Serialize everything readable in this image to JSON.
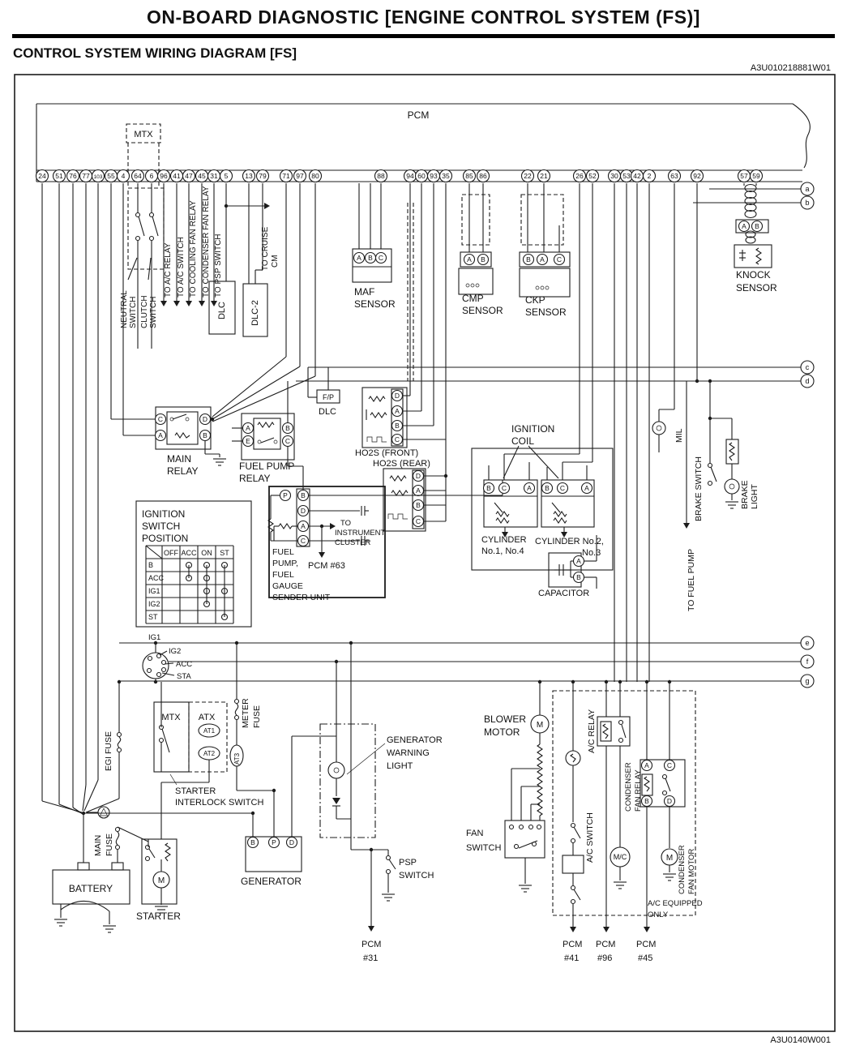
{
  "header": {
    "title": "ON-BOARD DIAGNOSTIC [ENGINE CONTROL SYSTEM (FS)]",
    "subtitle": "CONTROL SYSTEM WIRING DIAGRAM [FS]",
    "code": "A3U010218881W01"
  },
  "footer": {
    "code": "A3U0140W001"
  },
  "pcm_pins": [
    "24",
    "51",
    "76",
    "77",
    "103",
    "55",
    "4",
    "64",
    "6",
    "96",
    "41",
    "47",
    "45",
    "31",
    "5",
    "13",
    "79",
    "71",
    "97",
    "80",
    "88",
    "94",
    "60",
    "93",
    "35",
    "85",
    "86",
    "22",
    "21",
    "26",
    "52",
    "30",
    "53",
    "42",
    "2",
    "63",
    "92",
    "57",
    "59"
  ],
  "edge": [
    "a",
    "b",
    "c",
    "d",
    "e",
    "f",
    "g"
  ],
  "pins": {
    "maf": [
      "A",
      "B",
      "C"
    ],
    "cmp": [
      "A",
      "B"
    ],
    "ckp": [
      "B",
      "A",
      "C"
    ],
    "knock": [
      "A",
      "B"
    ],
    "main_relay": [
      "C",
      "A",
      "D",
      "B"
    ],
    "fp_relay": [
      "A",
      "E",
      "B",
      "C"
    ],
    "ho2s": [
      "D",
      "A",
      "B",
      "C"
    ],
    "sender": [
      "P",
      "B",
      "D",
      "A",
      "C"
    ],
    "coil": [
      "B",
      "C",
      "A"
    ],
    "cap": [
      "A",
      "B"
    ],
    "cond_relay": [
      "A",
      "C",
      "B",
      "D"
    ],
    "generator": [
      "B",
      "P",
      "D"
    ]
  },
  "labels": {
    "pcm": "PCM",
    "mtx": "MTX",
    "neutral_switch": [
      "NEUTRAL",
      "SWITCH"
    ],
    "clutch_switch": [
      "CLUTCH",
      "SWITCH"
    ],
    "to_ac_relay": "TO A/C RELAY",
    "to_ac_switch": "TO A/C SWITCH",
    "to_cooling_fan_relay": "TO COOLING FAN RELAY",
    "to_condenser_fan_relay": "TO CONDENSER FAN RELAY",
    "to_psp_switch": "TO PSP SWITCH",
    "to_cruise": [
      "TO CRUISE",
      "CM"
    ],
    "dlc": "DLC",
    "dlc2": "DLC-2",
    "maf": [
      "MAF",
      "SENSOR"
    ],
    "cmp": [
      "CMP",
      "SENSOR"
    ],
    "ckp": [
      "CKP",
      "SENSOR"
    ],
    "knock": [
      "KNOCK",
      "SENSOR"
    ],
    "fp_dlc": [
      "F/P",
      "DLC"
    ],
    "main_relay": [
      "MAIN",
      "RELAY"
    ],
    "fuel_pump_relay": [
      "FUEL PUMP",
      "RELAY"
    ],
    "ho2s_front": "HO2S (FRONT)",
    "ho2s_rear": "HO2S (REAR)",
    "ign_sw_pos": [
      "IGNITION",
      "SWITCH",
      "POSITION"
    ],
    "fuel_sender": [
      "FUEL",
      "PUMP,",
      "FUEL",
      "GAUGE",
      "SENDER UNIT"
    ],
    "to_instrument": [
      "TO",
      "INSTRUMENT",
      "CLUSTER"
    ],
    "pcm63": "PCM #63",
    "ignition_coil": [
      "IGNITION",
      "COIL"
    ],
    "cyl14": [
      "CYLINDER",
      "No.1, No.4"
    ],
    "cyl23": [
      "CYLINDER No.2,",
      "No.3"
    ],
    "capacitor": "CAPACITOR",
    "mil": "MIL",
    "brake_switch": "BRAKE SWITCH",
    "brake_light": [
      "BRAKE",
      "LIGHT"
    ],
    "to_fuel_pump": "TO FUEL PUMP",
    "ig1": "IG1",
    "ig2": "IG2",
    "acc": "ACC",
    "sta": "STA",
    "mtx2": "MTX",
    "atx": "ATX",
    "at1": "AT1",
    "at2": "AT2",
    "at3": "AT3",
    "starter_interlock": [
      "STARTER",
      "INTERLOCK SWITCH"
    ],
    "meter_fuse": [
      "METER",
      "FUSE"
    ],
    "egi_fuse": "EGI FUSE",
    "main_fuse": [
      "MAIN",
      "FUSE"
    ],
    "battery": "BATTERY",
    "starter": "STARTER",
    "generator": "GENERATOR",
    "gen_warning": [
      "GENERATOR",
      "WARNING",
      "LIGHT"
    ],
    "psp_switch": [
      "PSP",
      "SWITCH"
    ],
    "pcm31": [
      "PCM",
      "#31"
    ],
    "blower": [
      "BLOWER",
      "MOTOR"
    ],
    "fan_switch": [
      "FAN",
      "SWITCH"
    ],
    "ac_switch": "A/C SWITCH",
    "ac_relay": "A/C RELAY",
    "mc": "M/C",
    "condenser_relay": [
      "CONDENSER",
      "FAN RELAY"
    ],
    "condenser_motor": [
      "CONDENSER",
      "FAN MOTOR"
    ],
    "ac_equipped": [
      "A/C EQUIPPED",
      "ONLY"
    ],
    "pcm41": [
      "PCM",
      "#41"
    ],
    "pcm96": [
      "PCM",
      "#96"
    ],
    "pcm45": [
      "PCM",
      "#45"
    ],
    "m": "M"
  },
  "ignition_table": {
    "columns": [
      "OFF",
      "ACC",
      "ON",
      "ST"
    ],
    "rows": [
      "B",
      "ACC",
      "IG1",
      "IG2",
      "ST"
    ],
    "marks": [
      [
        0,
        1,
        1,
        1
      ],
      [
        0,
        1,
        1,
        0
      ],
      [
        0,
        0,
        1,
        1
      ],
      [
        0,
        0,
        1,
        0
      ],
      [
        0,
        0,
        0,
        1
      ]
    ]
  }
}
